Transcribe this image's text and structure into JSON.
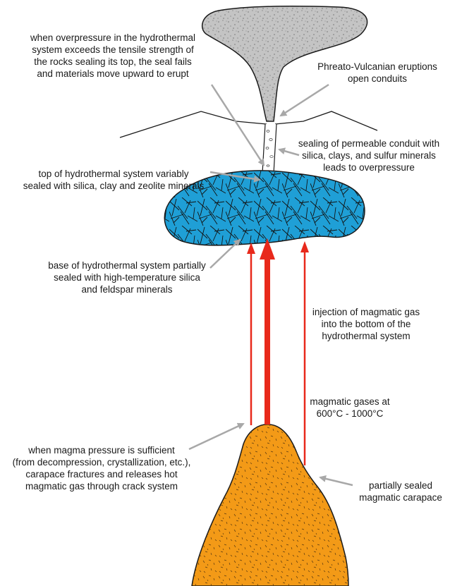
{
  "labels": {
    "overpressure": [
      "when overpressure in the hydrothermal",
      "system exceeds the tensile strength of",
      "the rocks sealing its top, the seal fails",
      "and materials move upward to erupt"
    ],
    "phreato": [
      "Phreato-Vulcanian eruptions",
      "open conduits"
    ],
    "sealing_conduit": [
      "sealing of permeable conduit with",
      "silica, clays, and sulfur minerals",
      "leads to overpressure"
    ],
    "top_hydro": [
      "top of hydrothermal system variably",
      "sealed with silica, clay and zeolite minerals"
    ],
    "base_hydro": [
      "base of hydrothermal system partially",
      "sealed with high-temperature silica",
      "and feldspar minerals"
    ],
    "injection": [
      "injection of magmatic gas",
      "into the bottom of the",
      "hydrothermal system"
    ],
    "gas_temp": [
      "magmatic gases at",
      "600°C - 1000°C"
    ],
    "magma_pressure": [
      "when magma pressure is sufficient",
      "(from decompression, crystallization, etc.),",
      "carapace fractures and releases hot",
      "magmatic gas through crack system"
    ],
    "carapace": [
      "partially sealed",
      "magmatic carapace"
    ]
  },
  "colors": {
    "plume": "#c4c4c4",
    "hydrothermal_body": "#1f9fd6",
    "magma": "#f39a17",
    "gas_arrow": "#e8291b",
    "leader_arrow": "#a8a8a8",
    "outline": "#1a1a1a"
  }
}
